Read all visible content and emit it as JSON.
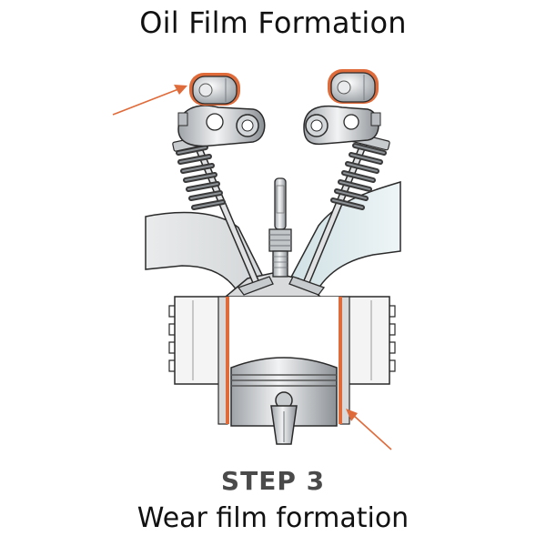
{
  "title": "Oil Film Formation",
  "step": {
    "label": "STEP 3",
    "description": "Wear film formation"
  },
  "colors": {
    "oil_film": "#e06b3a",
    "arrow": "#e06b3a",
    "metal_light": "#e4e6e8",
    "metal_mid": "#b9bdc1",
    "metal_dark": "#6f7478",
    "port_blue": "#dbe9ec",
    "outline": "#2a2a2a"
  }
}
